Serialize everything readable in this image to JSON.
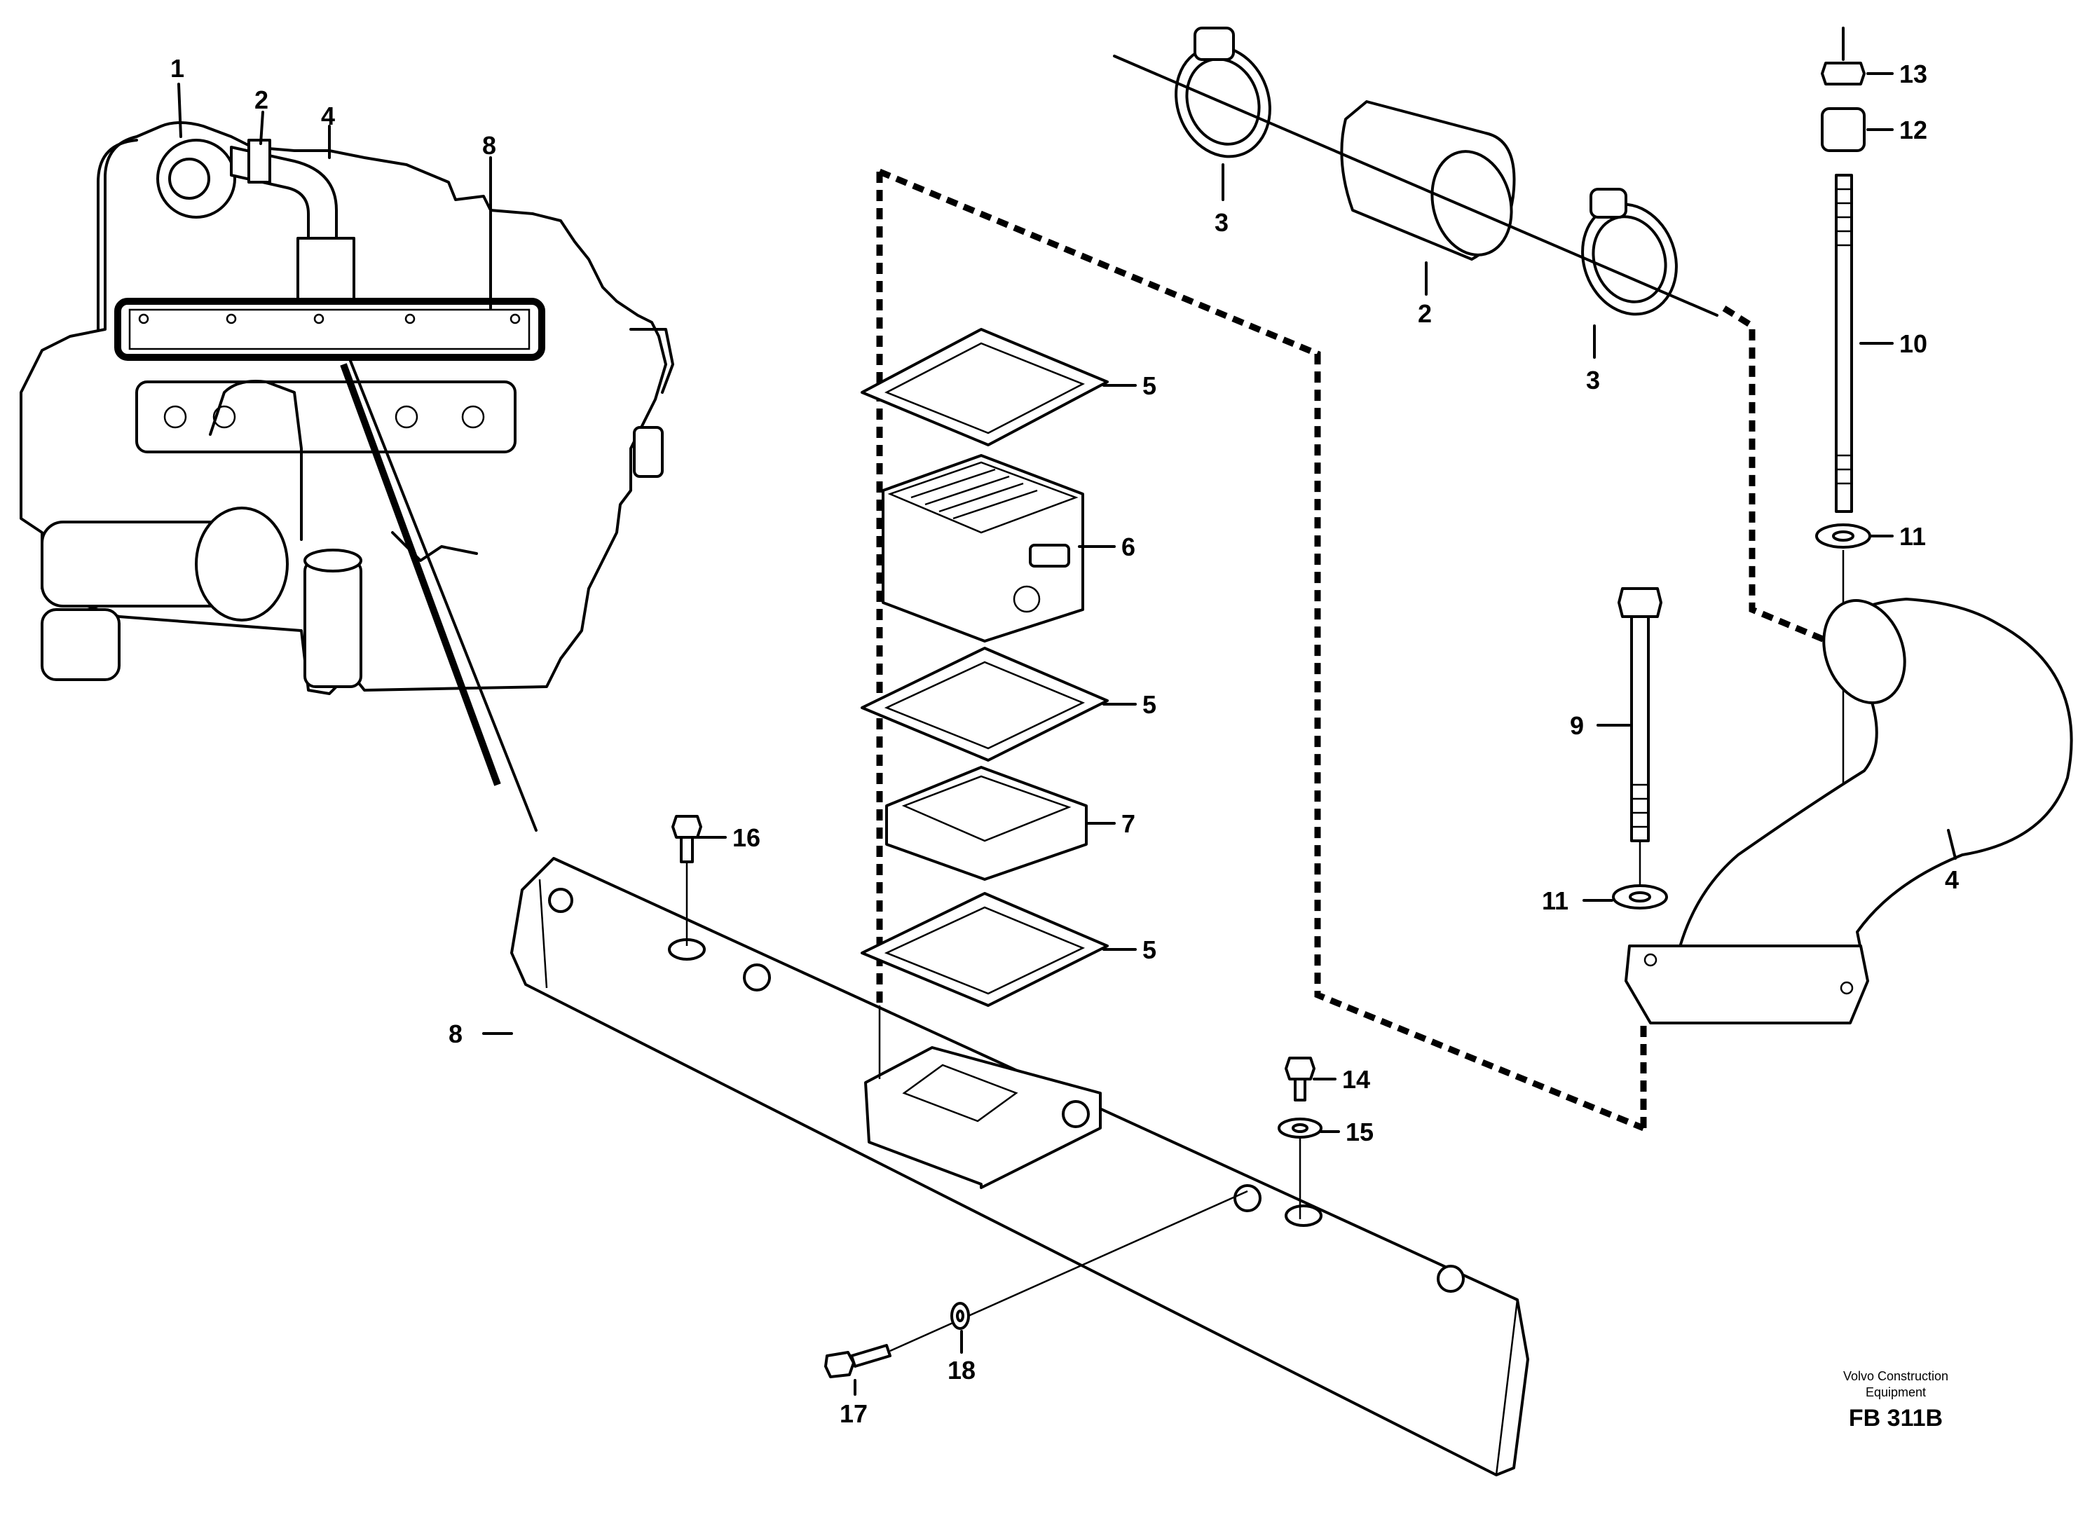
{
  "diagram": {
    "callouts": [
      {
        "id": "c1",
        "label": "1"
      },
      {
        "id": "c2a",
        "label": "2"
      },
      {
        "id": "c4a",
        "label": "4"
      },
      {
        "id": "c8a",
        "label": "8"
      },
      {
        "id": "c3a",
        "label": "3"
      },
      {
        "id": "c2b",
        "label": "2"
      },
      {
        "id": "c3b",
        "label": "3"
      },
      {
        "id": "c13",
        "label": "13"
      },
      {
        "id": "c12",
        "label": "12"
      },
      {
        "id": "c10",
        "label": "10"
      },
      {
        "id": "c11a",
        "label": "11"
      },
      {
        "id": "c5a",
        "label": "5"
      },
      {
        "id": "c6",
        "label": "6"
      },
      {
        "id": "c5b",
        "label": "5"
      },
      {
        "id": "c7",
        "label": "7"
      },
      {
        "id": "c5c",
        "label": "5"
      },
      {
        "id": "c9",
        "label": "9"
      },
      {
        "id": "c11b",
        "label": "11"
      },
      {
        "id": "c4b",
        "label": "4"
      },
      {
        "id": "c16",
        "label": "16"
      },
      {
        "id": "c8b",
        "label": "8"
      },
      {
        "id": "c14",
        "label": "14"
      },
      {
        "id": "c15",
        "label": "15"
      },
      {
        "id": "c17",
        "label": "17"
      },
      {
        "id": "c18",
        "label": "18"
      }
    ],
    "credit_line1": "Volvo Construction",
    "credit_line2": "Equipment",
    "figure_code": "FB 311B"
  }
}
